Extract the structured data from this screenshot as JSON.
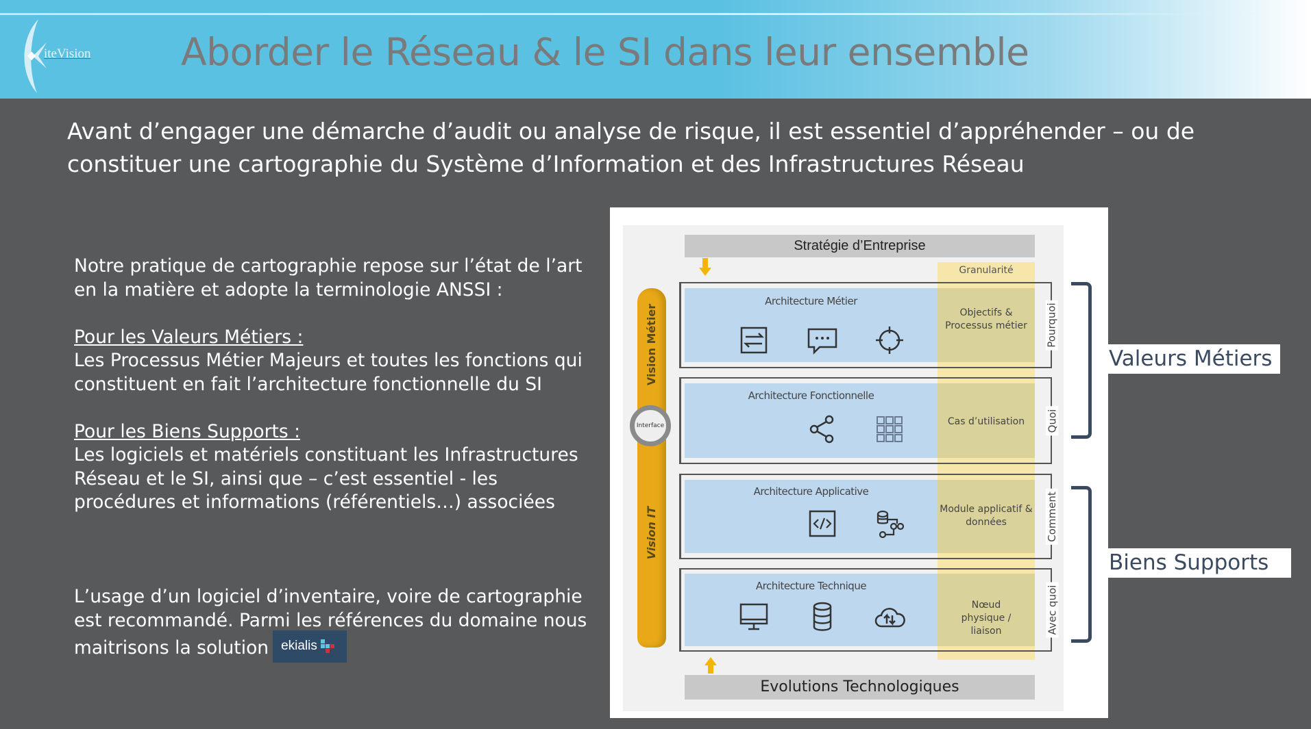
{
  "header": {
    "logo_text": "iteVision",
    "title": "Aborder le Réseau & le SI dans leur ensemble"
  },
  "intro": "Avant d’engager une démarche d’audit ou analyse de risque, il est essentiel d’appréhender – ou de constituer une cartographie du Système d’Information et des Infrastructures Réseau",
  "left": {
    "p1": "Notre pratique de cartographie repose sur l’état de l’art en la matière et adopte la terminologie ANSSI :",
    "h2": "Pour les Valeurs Métiers :",
    "p2": "Les Processus Métier Majeurs et toutes les fonctions qui constituent en fait l’architecture fonctionnelle du SI",
    "h3": "Pour les Biens Supports :",
    "p3": "Les logiciels et matériels constituant les Infrastructures Réseau et le SI, ainsi que – c’est essentiel - les procédures et informations (référentiels…) associées",
    "p4": "L’usage d’un logiciel d’inventaire, voire de cartographie est recommandé. Parmi les références du domaine nous maitrisons la solution",
    "ekialis": "ekialis"
  },
  "diagram": {
    "strategy": "Stratégie d’Entreprise",
    "evolutions": "Evolutions Technologiques",
    "granularity": "Granularité",
    "vision_metier": "Vision Métier",
    "vision_it": "Vision IT",
    "interface": "Interface",
    "layers": [
      {
        "title": "Architecture Métier",
        "granularity": "Objectifs & Processus métier",
        "side": "Pourquoi"
      },
      {
        "title": "Architecture Fonctionnelle",
        "granularity": "Cas d’utilisation",
        "side": "Quoi"
      },
      {
        "title": "Architecture Applicative",
        "granularity": "Module applicatif & données",
        "side": "Comment"
      },
      {
        "title": "Architecture Technique",
        "granularity": "Nœud physique / liaison",
        "side": "Avec quoi"
      }
    ]
  },
  "labels": {
    "valeurs": "Valeurs Métiers",
    "biens": "Biens Supports"
  },
  "colors": {
    "header": "#5bc1e2",
    "background": "#58595b",
    "pillar": "#e8a817",
    "layer_blue": "#bdd7ee",
    "bracket": "#3a4a60"
  }
}
